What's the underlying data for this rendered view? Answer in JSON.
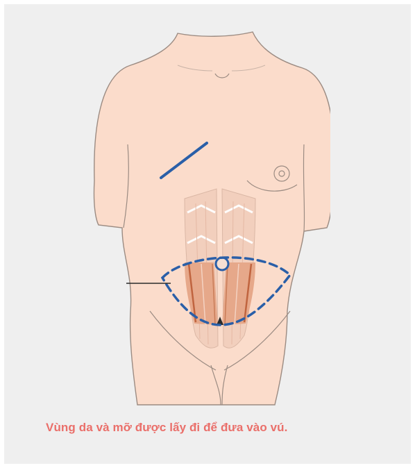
{
  "caption": {
    "text": "Vùng da và mỡ được lấy đi để đưa vào vú."
  },
  "colors": {
    "background_panel": "#efefef",
    "skin": "#fbdccb",
    "skin_outline": "#9b8b82",
    "muscle": "#e9b59a",
    "muscle_dark": "#c97c58",
    "incision_marker": "#2a5fa8",
    "caption_text": "#ea6f6a"
  },
  "diagram": {
    "subject": "female-torso-front-view",
    "markings": [
      "flap-ellipse-dashed",
      "navel-circle",
      "breast-incision-line",
      "pointer-line"
    ]
  }
}
